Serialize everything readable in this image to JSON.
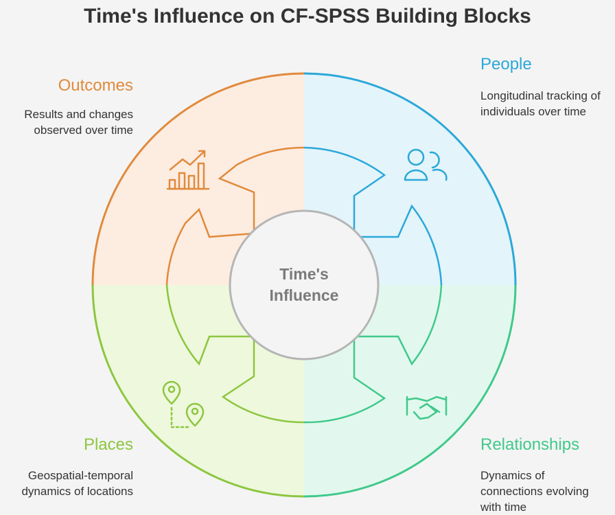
{
  "title": "Time's Influence on CF-SPSS Building Blocks",
  "center": {
    "label": "Time's Influence"
  },
  "colors": {
    "outcomes": "#e08a3c",
    "people": "#2aa8d8",
    "places": "#8cc63f",
    "relationships": "#3fc98a",
    "center": "#9a9a9a"
  },
  "quadrants": {
    "outcomes": {
      "caption": "Outcomes",
      "description": "Results and changes observed over time",
      "icon": "bar-chart-trend-icon"
    },
    "people": {
      "caption": "People",
      "description": "Longitudinal tracking of individuals over time",
      "icon": "people-icon"
    },
    "places": {
      "caption": "Places",
      "description": "Geospatial-temporal dynamics of locations",
      "icon": "location-pins-icon"
    },
    "relationships": {
      "caption": "Relationships",
      "description": "Dynamics of connections evolving with time",
      "icon": "handshake-icon"
    }
  }
}
